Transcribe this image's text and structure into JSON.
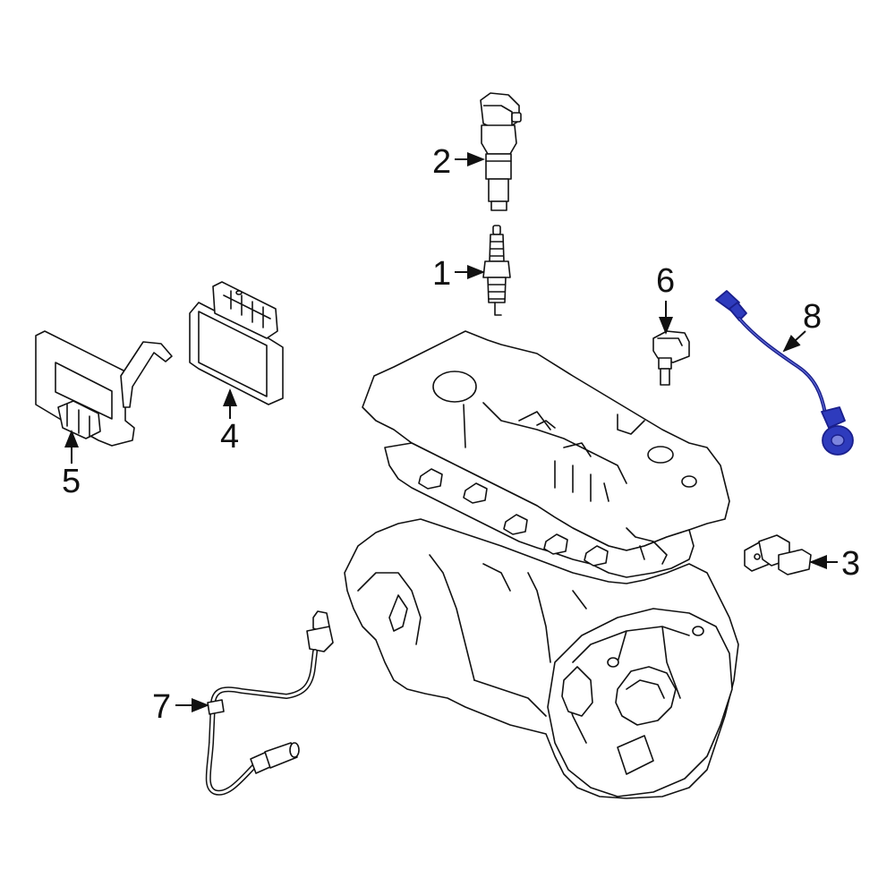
{
  "diagram": {
    "highlight_color": "#2e3bbd",
    "line_color": "#111111",
    "callouts": [
      {
        "id": "1",
        "label": "1"
      },
      {
        "id": "2",
        "label": "2"
      },
      {
        "id": "3",
        "label": "3"
      },
      {
        "id": "4",
        "label": "4"
      },
      {
        "id": "5",
        "label": "5"
      },
      {
        "id": "6",
        "label": "6"
      },
      {
        "id": "7",
        "label": "7"
      },
      {
        "id": "8",
        "label": "8"
      }
    ]
  }
}
